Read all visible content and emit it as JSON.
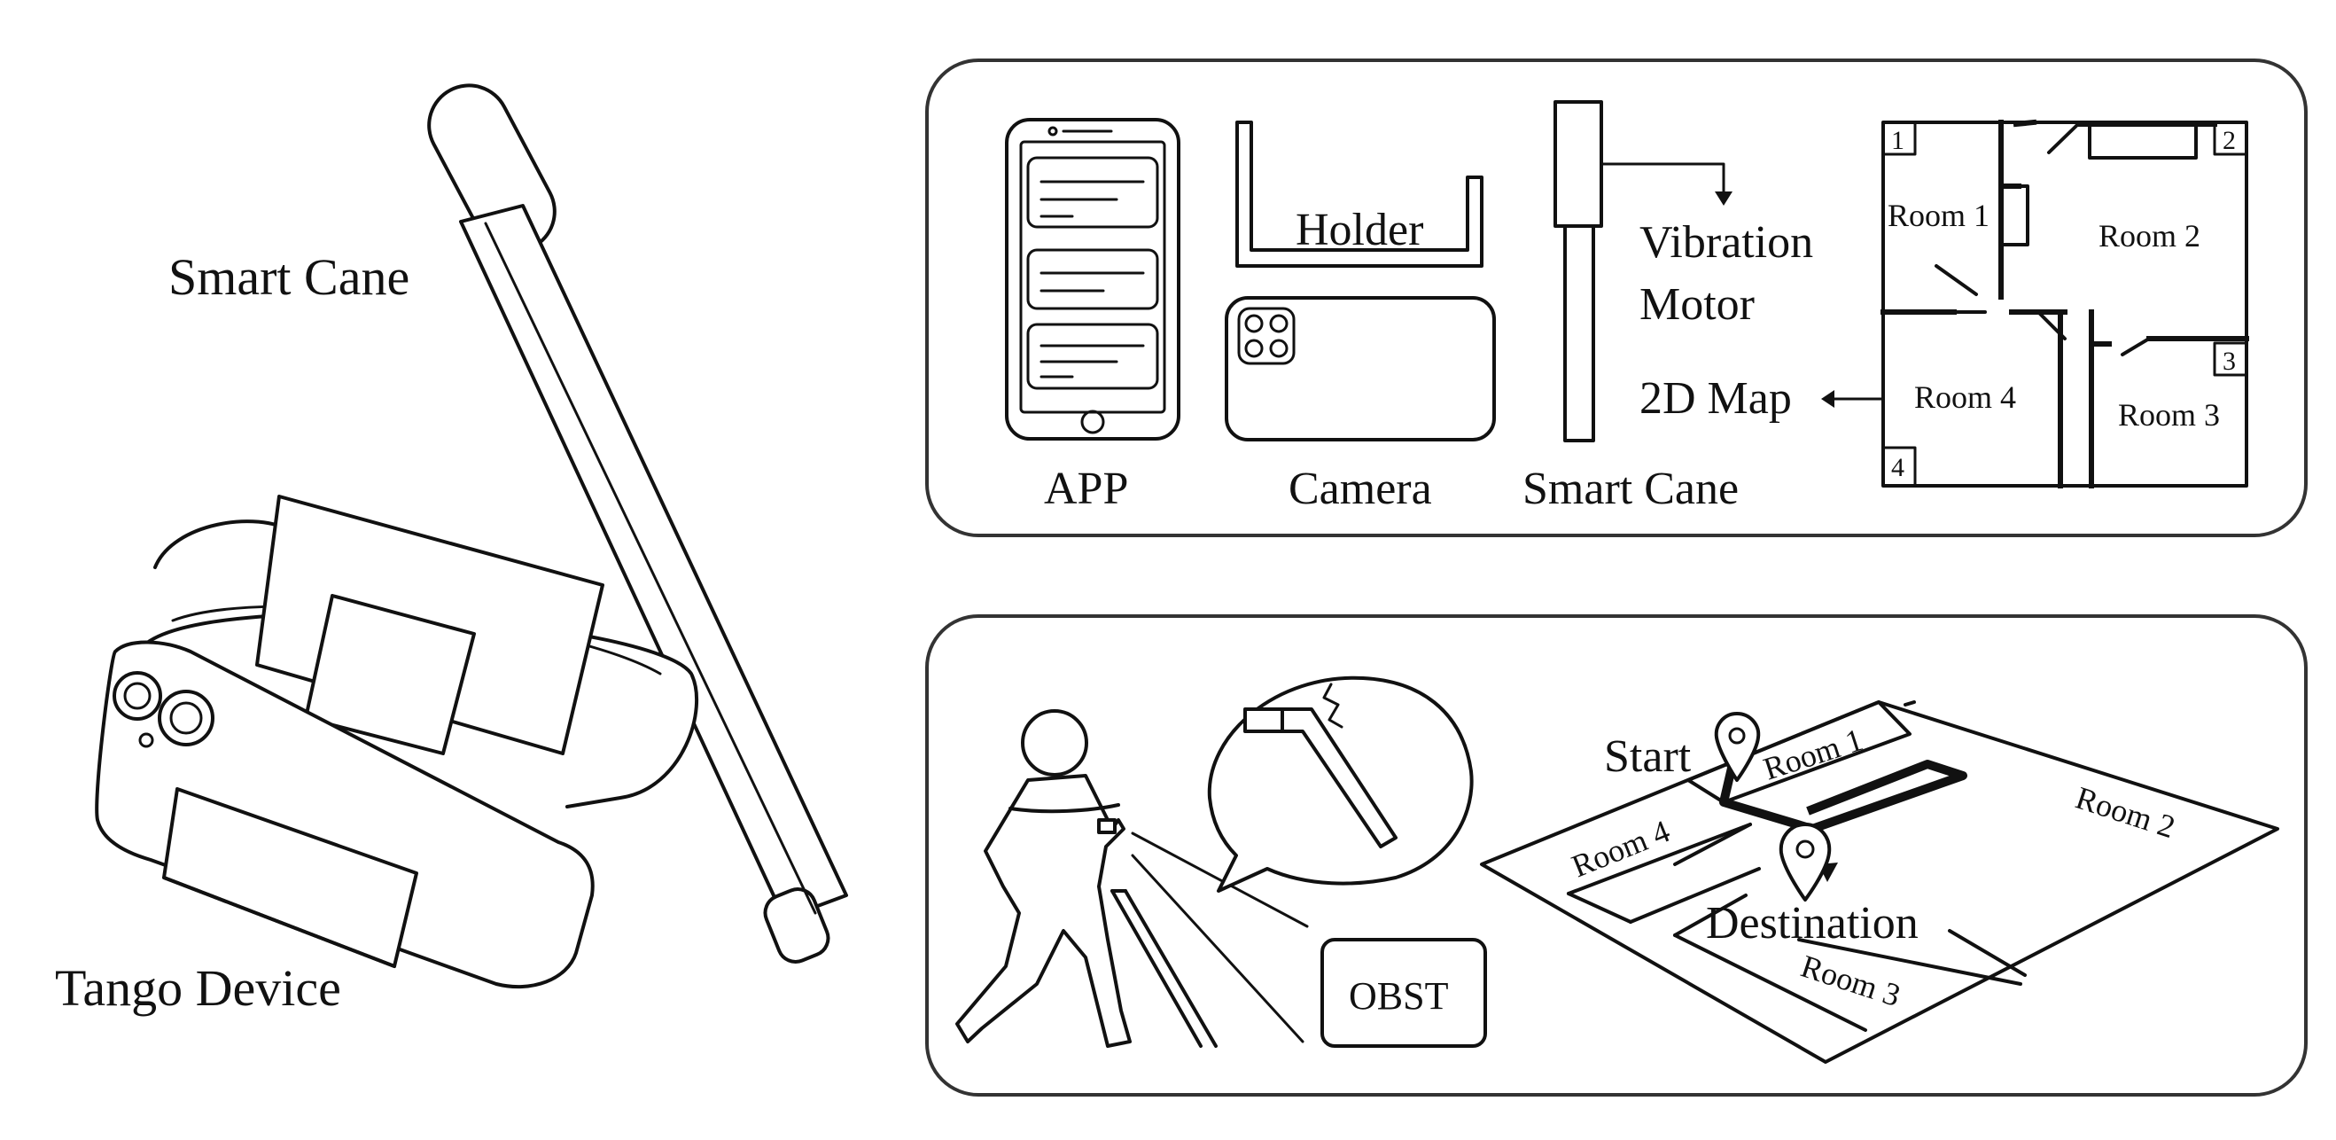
{
  "left_illustration": {
    "smart_cane_label": "Smart Cane",
    "tango_device_label": "Tango Device"
  },
  "top_panel": {
    "app_label": "APP",
    "holder_label": "Holder",
    "camera_label": "Camera",
    "smart_cane_label": "Smart Cane",
    "vibration_label_line1": "Vibration",
    "vibration_label_line2": "Motor",
    "map_label": "2D Map",
    "floorplan": {
      "rooms": [
        "Room 1",
        "Room 2",
        "Room 3",
        "Room 4"
      ],
      "corner_numbers": [
        "1",
        "2",
        "3",
        "4"
      ]
    }
  },
  "bottom_panel": {
    "obstacle_label": "OBST",
    "start_label": "Start",
    "destination_label": "Destination",
    "rooms": [
      "Room 1",
      "Room 2",
      "Room 3",
      "Room 4"
    ]
  }
}
